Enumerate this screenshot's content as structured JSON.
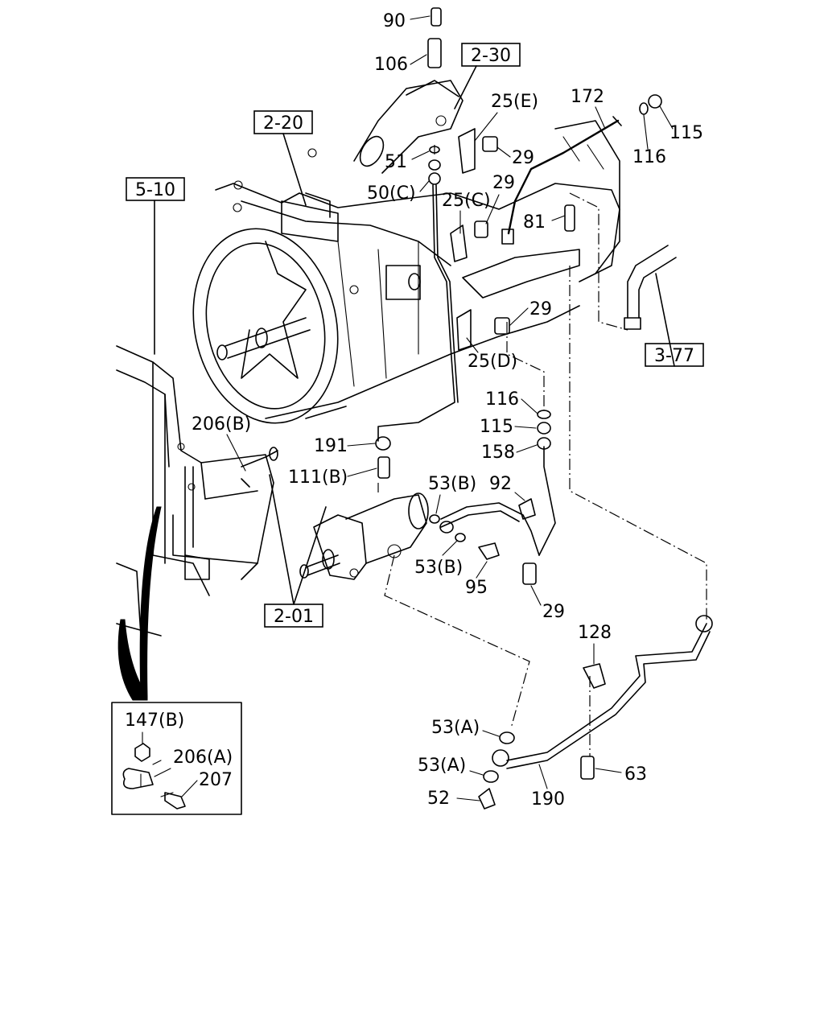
{
  "part_labels": [
    "90",
    "106",
    "51",
    "50(C)",
    "25(E)",
    "29",
    "172",
    "115",
    "116",
    "29",
    "25(C)",
    "81",
    "29",
    "25(D)",
    "116",
    "115",
    "158",
    "191",
    "206(B)",
    "111(B)",
    "53(B)",
    "92",
    "53(B)",
    "95",
    "29",
    "128",
    "53(A)",
    "53(A)",
    "52",
    "190",
    "63",
    "147(B)",
    "206(A)",
    "207"
  ],
  "reference_boxes": [
    "2-30",
    "2-20",
    "5-10",
    "3-77",
    "2-01"
  ]
}
